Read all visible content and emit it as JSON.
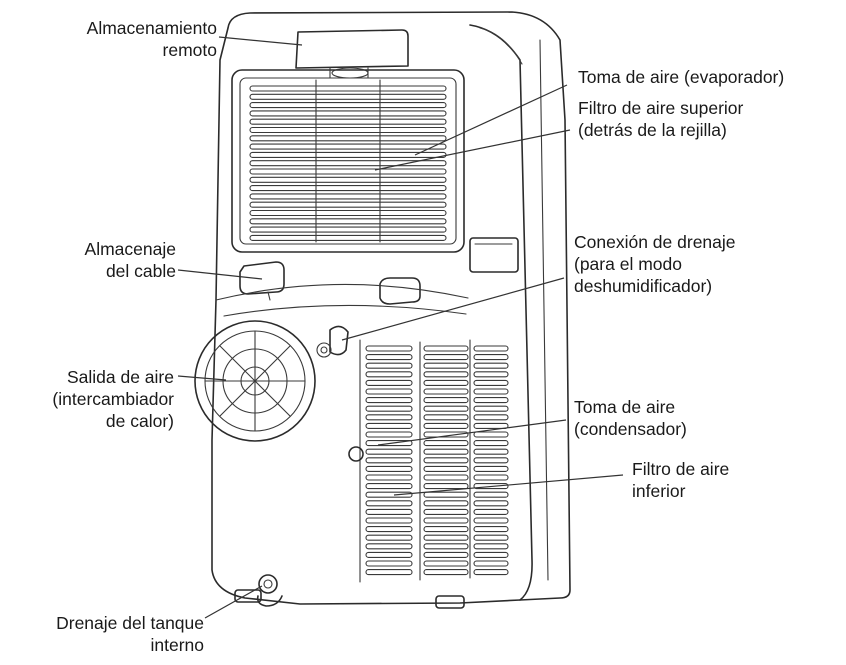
{
  "labels": {
    "remote_storage": [
      "Almacenamiento",
      "remoto"
    ],
    "air_intake_evaporator": "Toma de aire (evaporador)",
    "upper_air_filter": [
      "Filtro de aire superior",
      "(detrás de la rejilla)"
    ],
    "cable_storage": [
      "Almacenaje",
      "del cable"
    ],
    "drain_connection": [
      "Conexión de drenaje",
      "(para el modo",
      "deshumidificador)"
    ],
    "air_outlet": [
      "Salida de aire",
      "(intercambiador",
      "de calor)"
    ],
    "air_intake_condenser": [
      "Toma de aire",
      "(condensador)"
    ],
    "lower_air_filter": [
      "Filtro de aire",
      "inferior"
    ],
    "internal_tank_drain": [
      "Drenaje del tanque",
      "interno"
    ]
  }
}
